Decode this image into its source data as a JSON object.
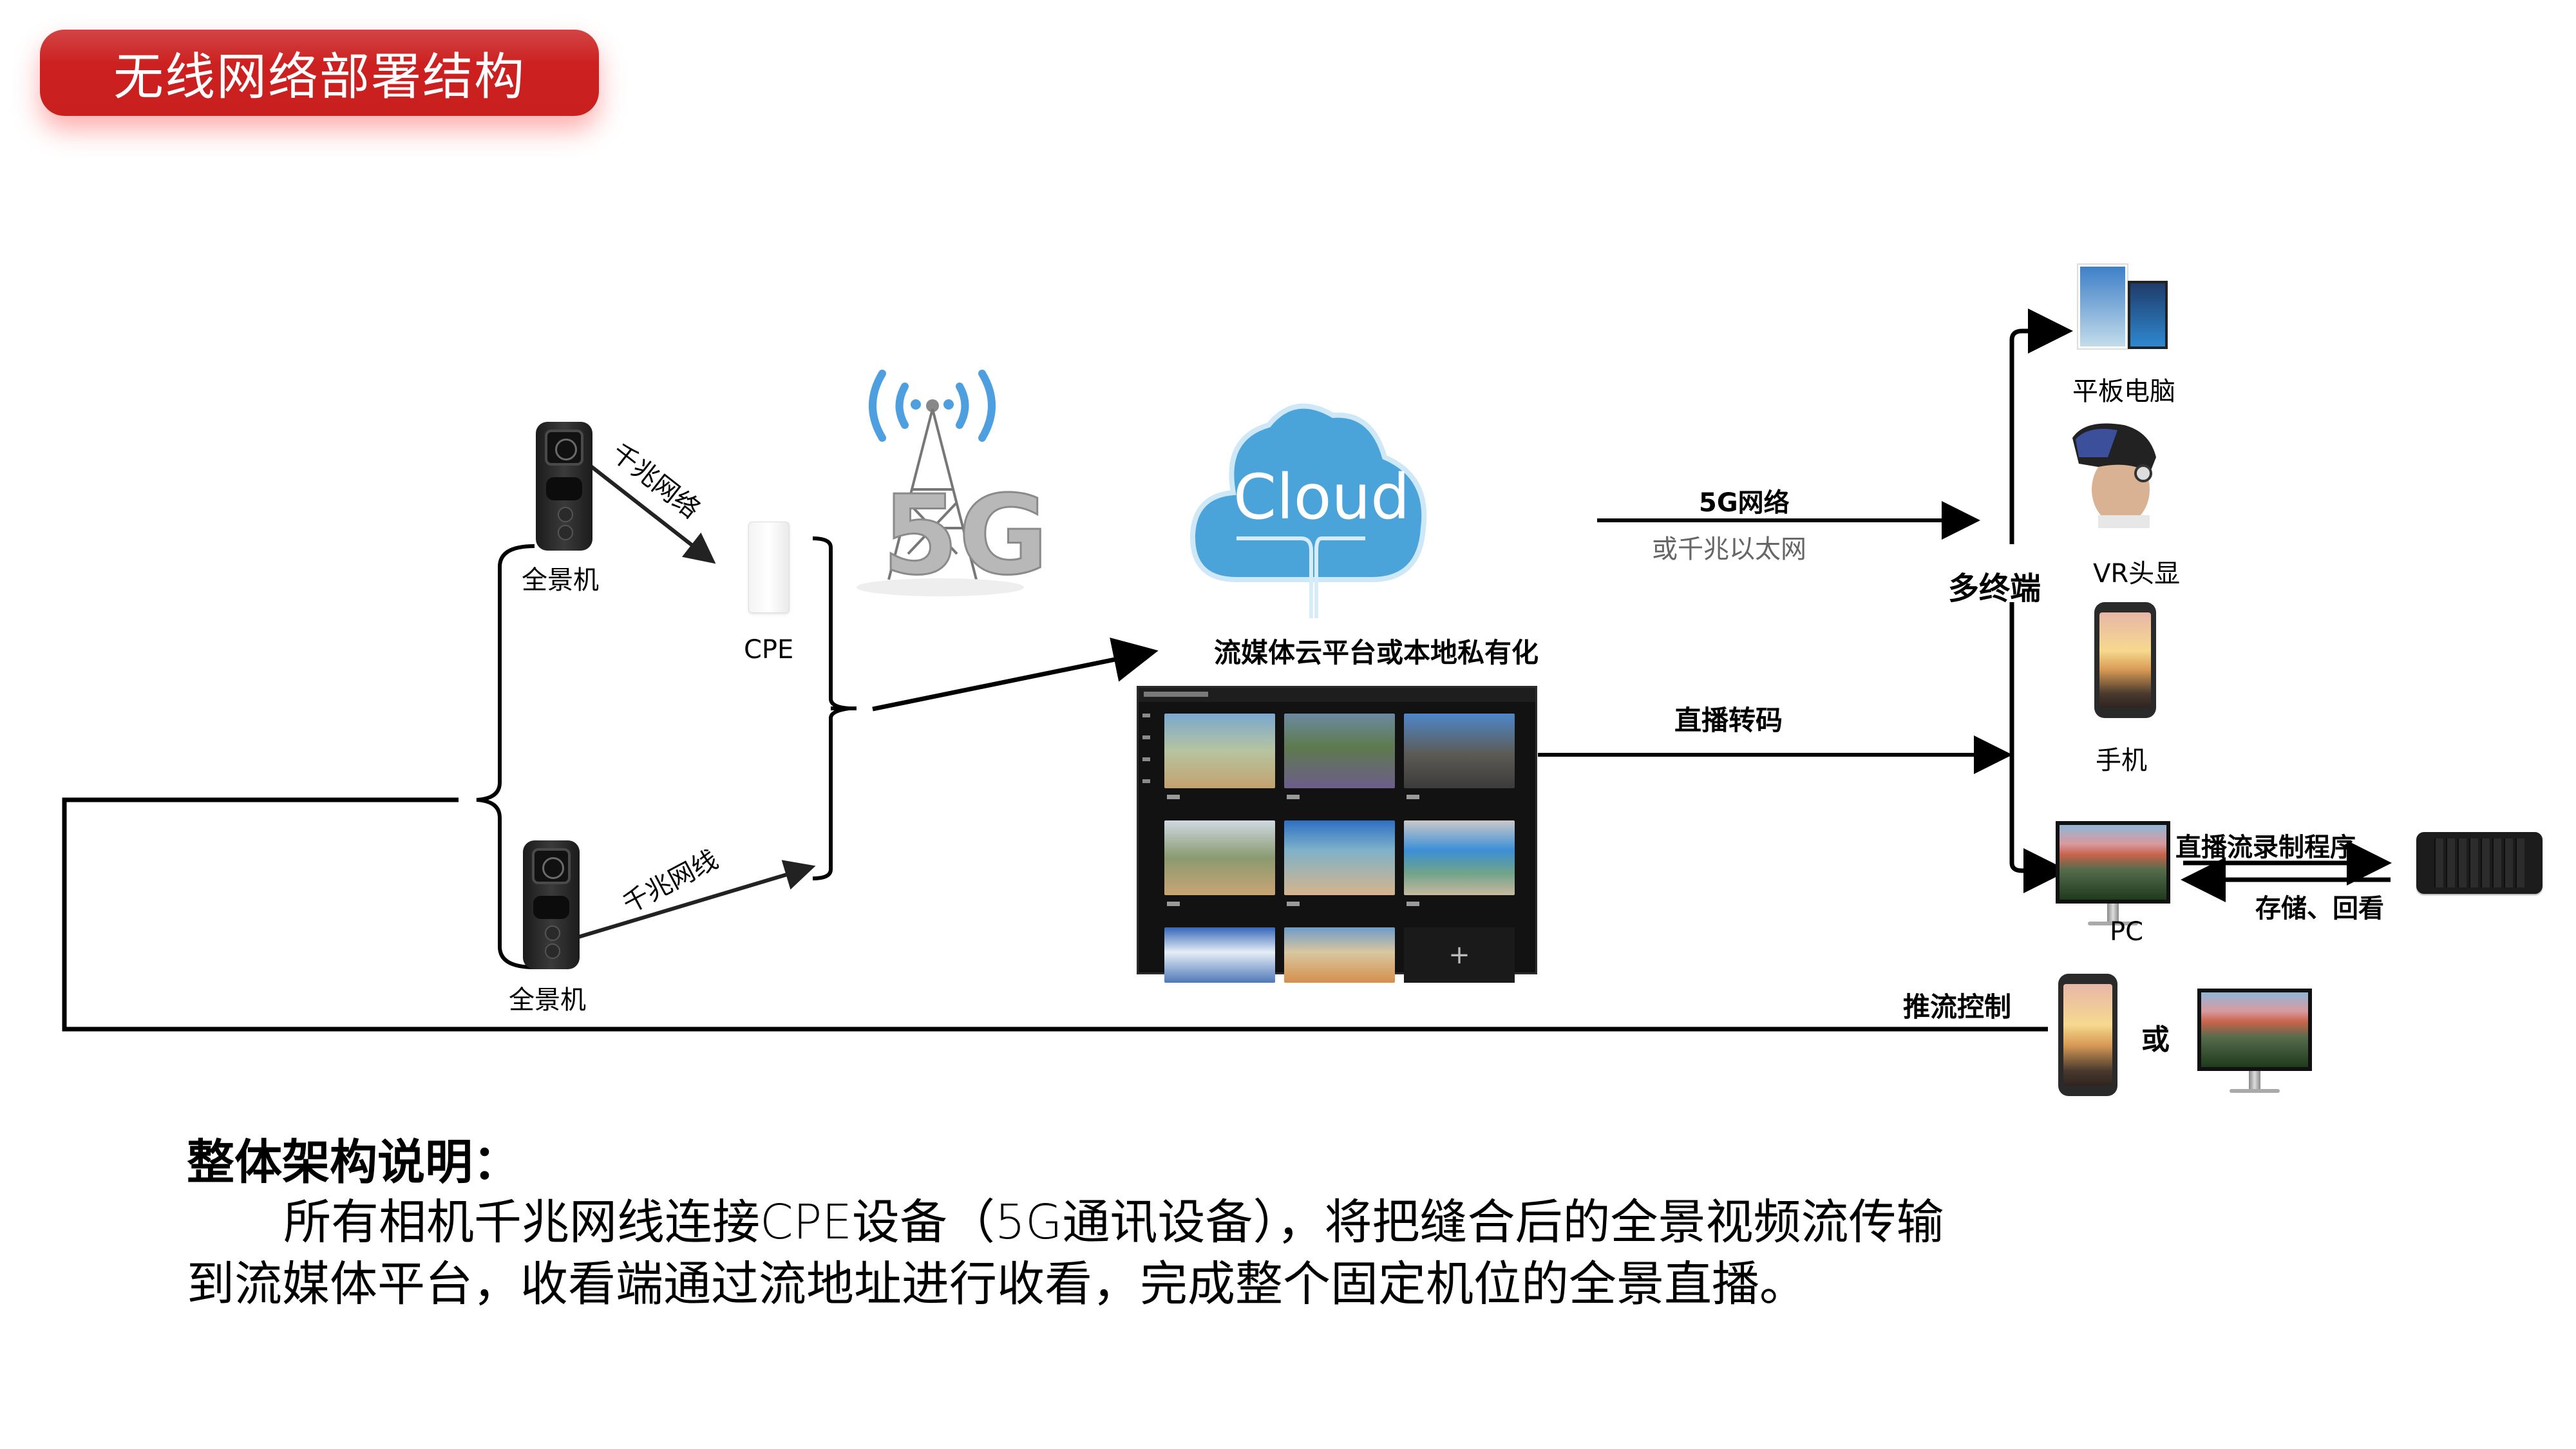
{
  "title": "无线网络部署结构",
  "nodes": {
    "camera_top": {
      "label": "全景机",
      "icon": "panoramic-camera"
    },
    "camera_bottom": {
      "label": "全景机",
      "icon": "panoramic-camera"
    },
    "cpe": {
      "label": "CPE",
      "icon": "cpe-router"
    },
    "tower": {
      "icon": "5g-tower",
      "text": "5G"
    },
    "cloud": {
      "text": "Cloud",
      "label": "流媒体云平台或本地私有化",
      "icon": "cloud"
    },
    "platform": {
      "icon": "streaming-platform-screenshot",
      "add_symbol": "+"
    },
    "terminals_label": "多终端",
    "tablet": {
      "label": "平板电脑",
      "icon": "tablet"
    },
    "vr": {
      "label": "VR头显",
      "icon": "vr-headset"
    },
    "phone": {
      "label": "手机",
      "icon": "smartphone"
    },
    "pc": {
      "label": "PC",
      "icon": "monitor"
    },
    "nas": {
      "icon": "nas-storage"
    },
    "control_phone": {
      "icon": "smartphone"
    },
    "control_or": "或",
    "control_pc": {
      "icon": "monitor"
    }
  },
  "edges": {
    "camera_top_to_cpe": "千兆网络",
    "camera_bottom_to_cpe": "千兆网线",
    "cloud_to_terminals_top": "5G网络",
    "cloud_to_terminals_sub": "或千兆以太网",
    "platform_to_terminals": "直播转码",
    "pc_to_nas": "直播流录制程序",
    "nas_to_pc": "存储、回看",
    "push_control": "推流控制"
  },
  "description": {
    "heading": "整体架构说明：",
    "body": "所有相机千兆网线连接CPE设备（5G通讯设备），将把缝合后的全景视频流传输到流媒体平台，收看端通过流地址进行收看，完成整个固定机位的全景直播。"
  },
  "colors": {
    "title_bg": "#cd2020",
    "cloud_blue": "#4aa3d9",
    "signal_blue": "#4d9fe0"
  }
}
